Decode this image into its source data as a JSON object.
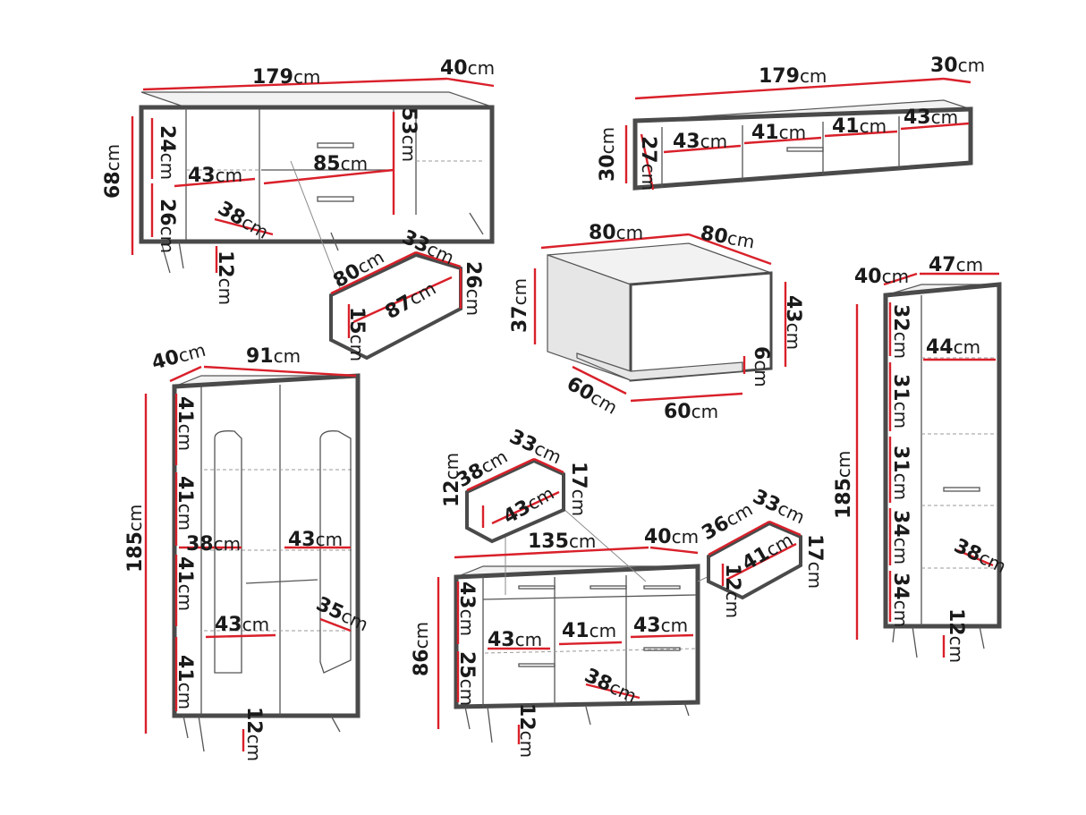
{
  "sideboard": {
    "width": "179",
    "depth": "40",
    "height": "68",
    "shelf_top": "24",
    "shelf_bottom": "26",
    "inner_width": "43",
    "drawer_width": "85",
    "door_height": "53",
    "shelf_depth": "38",
    "legs": "12",
    "drawer": {
      "width": "80",
      "depth": "33",
      "height": "26",
      "inner": "87",
      "inner_height": "15"
    }
  },
  "tv_stand": {
    "width": "179",
    "depth": "30",
    "height": "30",
    "inner_height": "27",
    "compartments": [
      "43",
      "41",
      "41",
      "43"
    ]
  },
  "coffee_table": {
    "width": "80",
    "depth": "80",
    "height": "37",
    "height_right": "43",
    "base_width": "60",
    "base_depth": "60",
    "gap": "6"
  },
  "tall_cabinet": {
    "depth": "40",
    "width": "47",
    "height": "185",
    "shelves": [
      "32",
      "31",
      "31",
      "34",
      "34"
    ],
    "inner_width": "44",
    "shelf_depth": "38",
    "legs": "12"
  },
  "display_cabinet": {
    "depth": "40",
    "width": "91",
    "height": "185",
    "shelves": [
      "41",
      "41",
      "41",
      "41"
    ],
    "shelf_depth_left": "38",
    "inner_width_right": "43",
    "inner_width_left": "43",
    "shelf_depth_right": "35",
    "legs": "12"
  },
  "chest": {
    "width": "135",
    "depth": "40",
    "height": "86",
    "upper_height": "43",
    "lower_height": "25",
    "inner_widths": [
      "43",
      "41",
      "43"
    ],
    "shelf_depth": "38",
    "legs": "12",
    "drawer_left": {
      "width": "38",
      "depth": "33",
      "height": "17",
      "inner": "43",
      "inner_height": "12"
    },
    "drawer_right": {
      "width": "36",
      "depth": "33",
      "height": "17",
      "inner": "41",
      "inner_height": "12"
    }
  },
  "unit": "cm"
}
